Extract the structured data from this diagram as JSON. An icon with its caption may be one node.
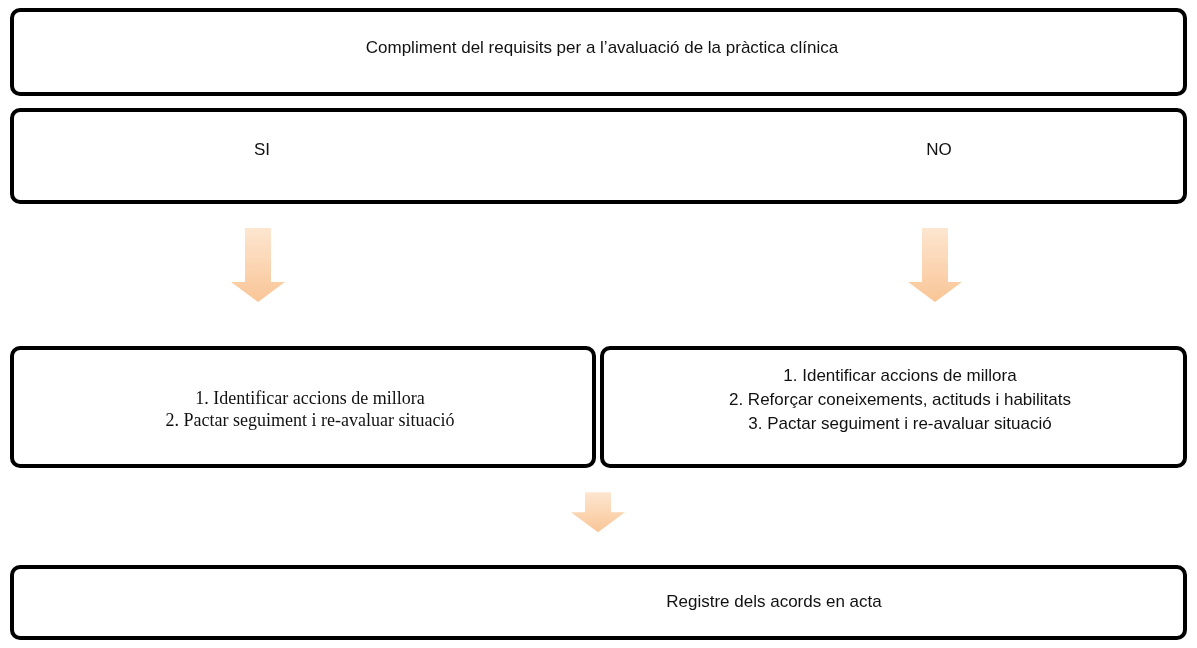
{
  "diagram": {
    "nodes": [
      {
        "text": [
          "Compliment del requisits per a l’avaluació de la pràctica clínica"
        ]
      },
      {
        "text": [
          "SI",
          "NO"
        ]
      },
      {
        "text": [
          "1. Identificar accions de millora",
          "2. Pactar seguiment i re-avaluar situació"
        ]
      },
      {
        "text": [
          "1. Identificar accions de millora",
          "2. Reforçar coneixements, actituds i habilitats",
          "3. Pactar seguiment i re-avaluar situació"
        ]
      },
      {
        "text": [
          "Registre dels acords en acta"
        ]
      }
    ],
    "edges": [
      {
        "from": 1,
        "to": 2,
        "arrow": "to"
      },
      {
        "from": 1,
        "to": 3,
        "arrow": "to"
      },
      {
        "from": 2,
        "to": 4,
        "arrow": "to"
      },
      {
        "from": 3,
        "to": 4,
        "arrow": "to"
      }
    ]
  }
}
